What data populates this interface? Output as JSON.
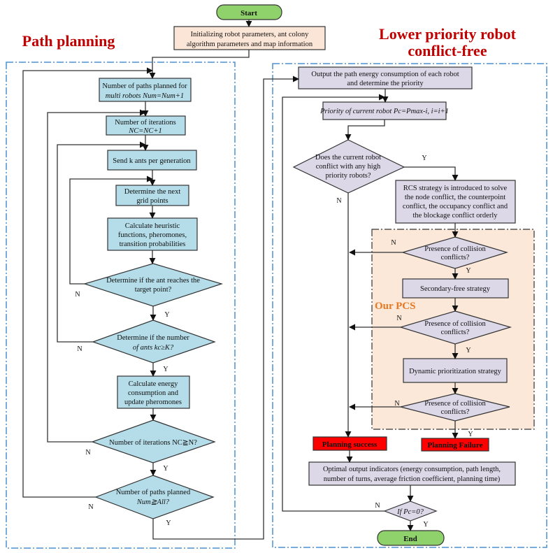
{
  "colors": {
    "terminal_fill": "#8fd16a",
    "init_fill": "#fbe5d6",
    "left_node_fill": "#b4dde9",
    "right_node_fill": "#dcd8e8",
    "pcs_region_fill": "#fbe8d8",
    "fail_success_fill": "#ff0000",
    "panel_border": "#4a90d0",
    "title_color": "#c00000",
    "pcs_label_color": "#e87722"
  },
  "titles": {
    "left": "Path planning",
    "right_line1": "Lower priority robot",
    "right_line2": "conflict-free"
  },
  "start": {
    "label": "Start"
  },
  "end": {
    "label": "End"
  },
  "init": {
    "line1": "Initializing robot parameters, ant colony",
    "line2": "algorithm parameters and map information"
  },
  "left": {
    "num_paths": {
      "line1": "Number of paths planned for",
      "line2": "multi robots Num=Num+1"
    },
    "iterations": {
      "line1": "Number of iterations",
      "line2": "NC=NC+1"
    },
    "send_ants": {
      "line1": "Send k ants per generation"
    },
    "next_grid": {
      "line1": "Determine the next",
      "line2": "grid points"
    },
    "heuristic": {
      "line1": "Calculate heuristic",
      "line2": "functions, pheromones,",
      "line3": "transition probabilities"
    },
    "reach_target": {
      "line1": "Determine if the ant reaches the",
      "line2": "target point?"
    },
    "ants_count": {
      "line1": "Determine if the number",
      "line2": "of ants kc≥K?"
    },
    "energy": {
      "line1": "Calculate energy",
      "line2": "consumption and",
      "line3": "update pheromones"
    },
    "iter_check": {
      "line1": "Number of iterations NC≧N?"
    },
    "paths_check": {
      "line1": "Number of paths planned",
      "line2": "Num≧All?"
    }
  },
  "right": {
    "output_energy": {
      "line1": "Output the path energy consumption of each robot",
      "line2": "and determine the priority"
    },
    "priority": {
      "line1": "Priority of current robot Pc=Pmax-i, i=i+1"
    },
    "conflict_check": {
      "line1": "Does the current robot",
      "line2": "conflict with any high",
      "line3": "priority robots?"
    },
    "rcs": {
      "line1": "RCS strategy is introduced to solve",
      "line2": "the node conflict, the counterpoint",
      "line3": "conflict, the occupancy conflict and",
      "line4": "the blockage conflict orderly"
    },
    "collision1": {
      "line1": "Presence of collision",
      "line2": "conflicts?"
    },
    "secondary": {
      "line1": "Secondary-free strategy"
    },
    "collision2": {
      "line1": "Presence of collision",
      "line2": "conflicts?"
    },
    "dynamic": {
      "line1": "Dynamic prioritization strategy"
    },
    "collision3": {
      "line1": "Presence of collision",
      "line2": "conflicts?"
    },
    "pcs_label": "Our PCS",
    "success": "Planning success",
    "failure": "Planning Failure",
    "optimal": {
      "line1": "Optimal output indicators (energy consumption, path length,",
      "line2": "number of turns, average friction coefficient, planning time)"
    },
    "pc_zero": {
      "line1": "If Pc=0?"
    }
  },
  "edge_labels": {
    "yes": "Y",
    "no": "N"
  }
}
